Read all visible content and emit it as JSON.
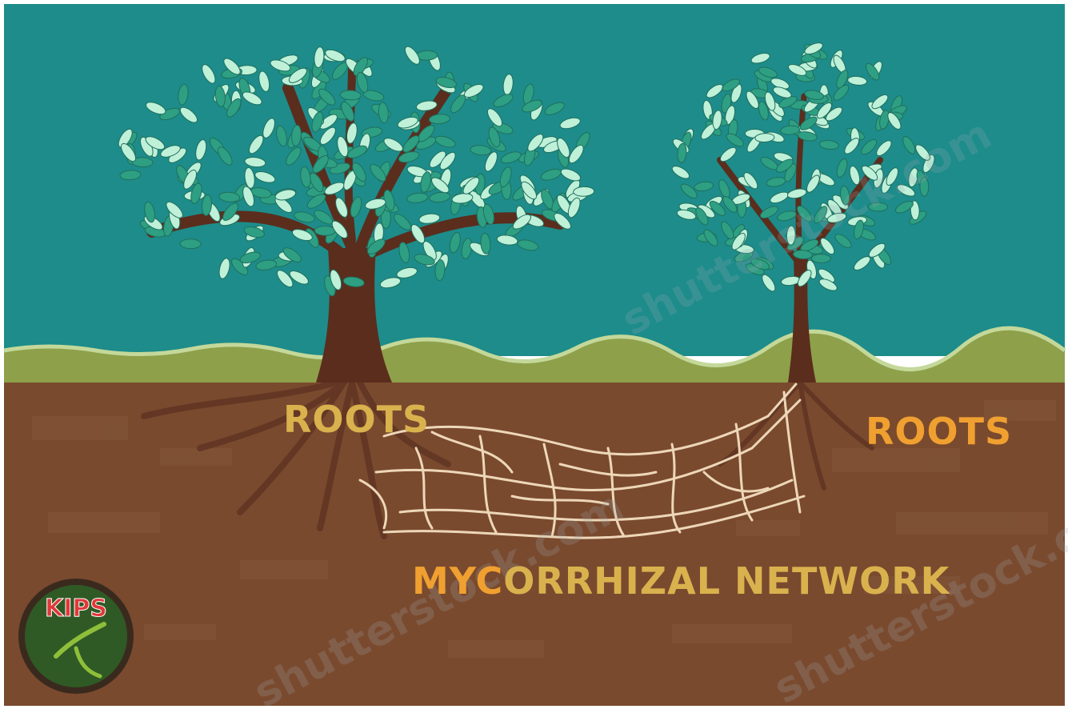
{
  "labels": {
    "roots_left": "ROOTS",
    "roots_right": "ROOTS",
    "network_part1": "MYC",
    "network_part2": "ORRHIZAL NETWORK"
  },
  "logo": {
    "text": "KIPS"
  },
  "watermark": {
    "text": "shutterstock.com"
  },
  "colors": {
    "sky": "#1d8c8a",
    "grass": "#8ea04a",
    "grass_top": "#c4d89a",
    "soil": "#7a4a2e",
    "trunk": "#5b2d1d",
    "leaf_dark": "#2e9f82",
    "leaf_light": "#bff0d8",
    "hyphae": "#f4dfc0",
    "label_gold": "#d9b24e",
    "label_orange": "#f0a030",
    "logo_red": "#e0383a",
    "logo_green": "#2f5a25"
  }
}
